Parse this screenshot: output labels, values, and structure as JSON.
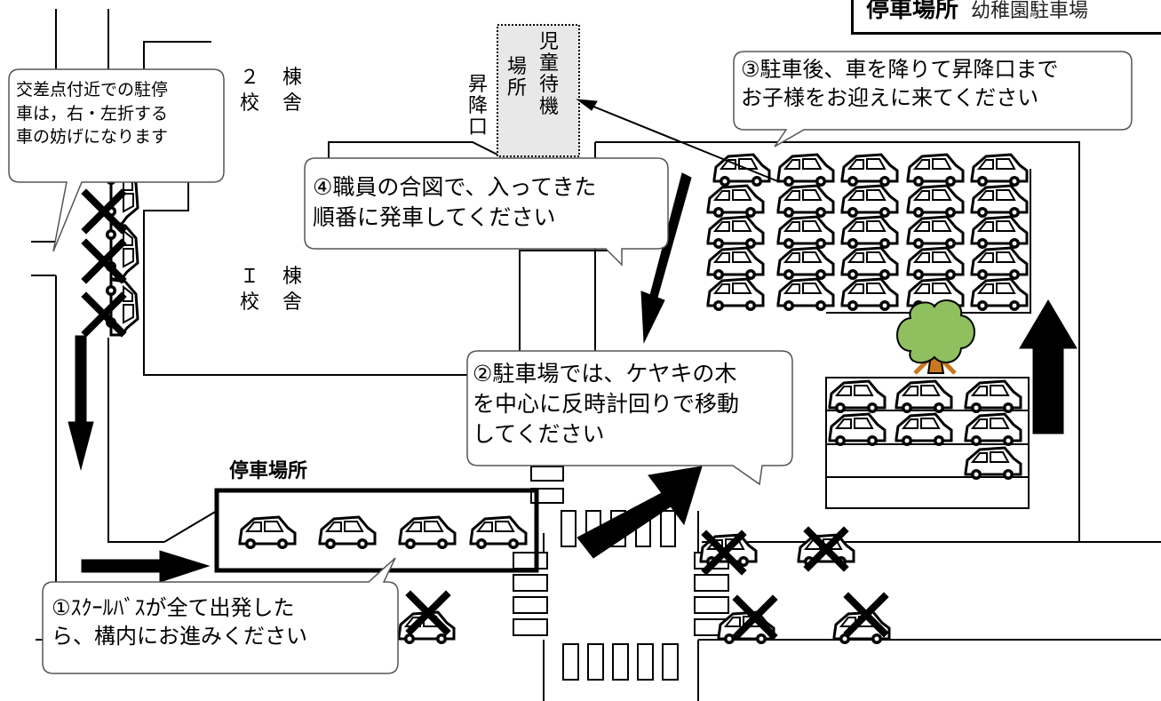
{
  "header": {
    "title": "停車場所",
    "subtitle": "幼稚園駐車場"
  },
  "buildings": {
    "building2": {
      "line1": "２　棟",
      "line2": "校　舎"
    },
    "building1": {
      "line1": "Ｉ　棟",
      "line2": "校　舎"
    }
  },
  "entrance_label": "昇降口",
  "waiting_area": {
    "col1": "場所",
    "col2": "児童待機"
  },
  "parking_spot_label": "停車場所",
  "callouts": {
    "intersection": "交差点付近での駐停\n車は，右・左折する\n車の妨げになります",
    "step1": "①ｽｸｰﾙﾊﾞｽが全て出発した\nら、構内にお進みください",
    "step2": "②駐車場では、ケヤキの木\nを中心に反時計回りで移動\nしてください",
    "step3": "③駐車後、車を降りて昇降口まで\nお子様をお迎えに来てください",
    "step4": "④職員の合図で、入ってきた\n順番に発車してください"
  },
  "colors": {
    "tree": "#8fbf5f",
    "trunk": "#c8781e",
    "waiting_fill": "#e8e8e8"
  },
  "icons": [
    "car-icon",
    "no-parking-x-icon",
    "arrow-icon",
    "tree-icon"
  ]
}
